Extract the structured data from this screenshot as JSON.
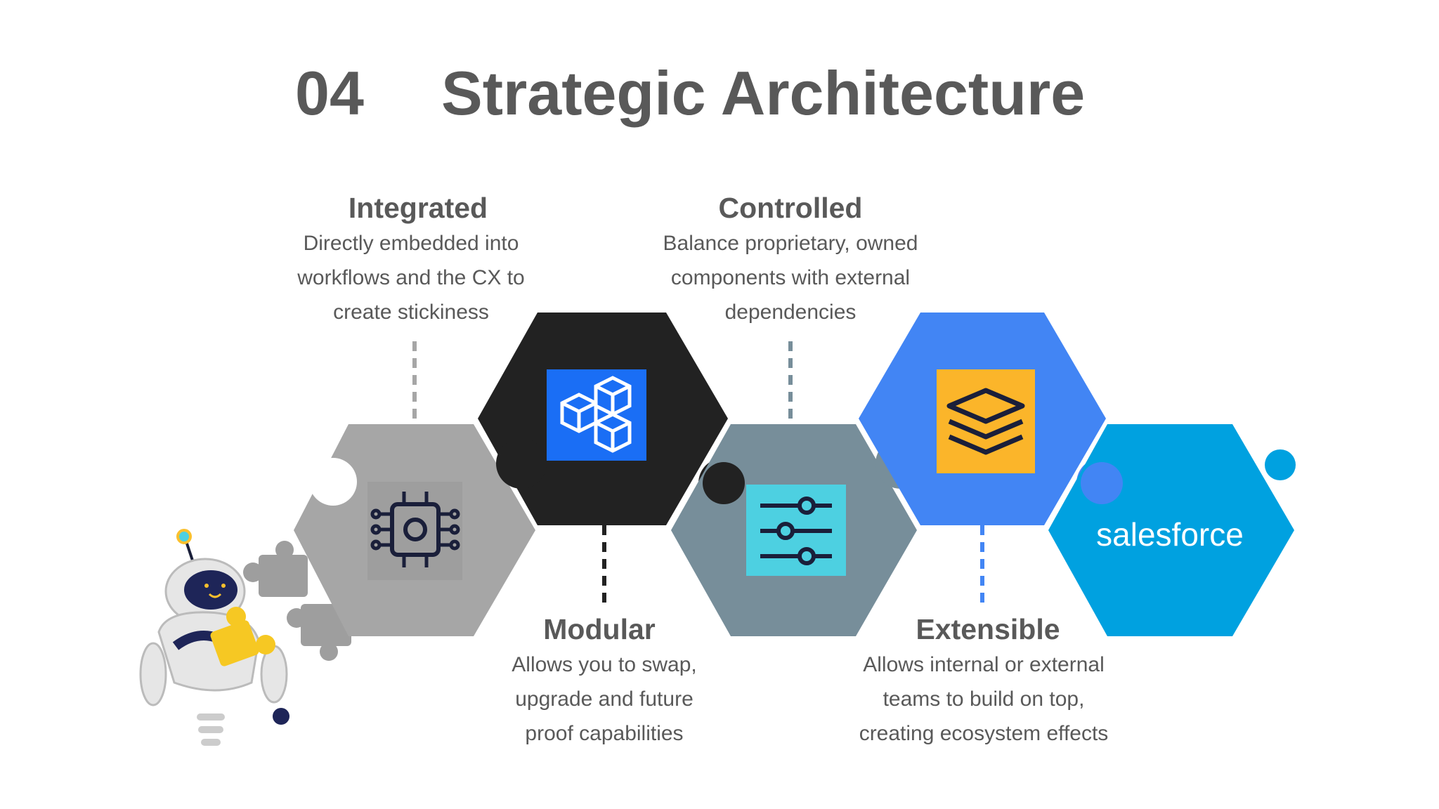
{
  "title": {
    "number": "04",
    "text": "Strategic Architecture"
  },
  "blocks": [
    {
      "heading": "Integrated",
      "lines": [
        "Directly embedded into",
        "workflows and the CX to",
        "create stickiness"
      ]
    },
    {
      "heading": "Controlled",
      "lines": [
        "Balance proprietary, owned",
        "components with external",
        "dependencies"
      ]
    },
    {
      "heading": "Modular",
      "lines": [
        "Allows you to swap,",
        "upgrade and future",
        "proof capabilities"
      ]
    },
    {
      "heading": "Extensible",
      "lines": [
        "Allows internal or external",
        "teams to build on top,",
        "creating ecosystem effects"
      ]
    }
  ],
  "logo_text": "salesforce",
  "colors": {
    "grey_hex": "#a6a6a6",
    "black_hex": "#222222",
    "slate_hex": "#778e9a",
    "blue_hex": "#4285f4",
    "salesforce_hex": "#00a1e0",
    "cubes_tile": "#1a6ef5",
    "sliders_tile": "#4dd0e1",
    "layers_tile": "#fbb52a",
    "chip_tile": "#9e9e9e"
  },
  "icons": [
    "chip-gear-icon",
    "cubes-icon",
    "sliders-icon",
    "layers-icon",
    "salesforce-logo",
    "robot-mascot"
  ]
}
